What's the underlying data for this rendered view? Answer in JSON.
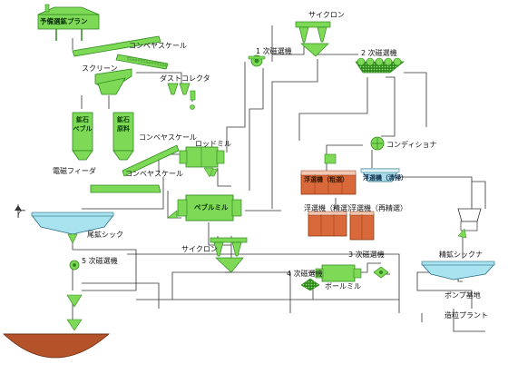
{
  "colors": {
    "equipment_green": "#7ed957",
    "equipment_green_dark": "#2f8a1e",
    "flotation_orange": "#d9693a",
    "flotation_dark": "#8a3a12",
    "flotation_light": "#a8dcea",
    "thickener_blue": "#a9e3ef",
    "tailings_brown": "#b4532a",
    "pipe_line": "#333333"
  },
  "labels": {
    "crushing_plant": "予備選鉱プラン",
    "conveyor_scale_1": "コンベヤスケール",
    "screen": "スクリーン",
    "dust_collector": "ダストコレクタ",
    "ore_pebble": "鉱石\nペブル",
    "ore_pebble_l1": "鉱石",
    "ore_pebble_l2": "ペブル",
    "ore_raw_l1": "鉱石",
    "ore_raw_l2": "原料",
    "conveyor_scale_2": "コンベヤスケール",
    "rod_mill": "ロッドミル",
    "electromagnetic_feeder": "電磁フィーダ",
    "conveyor_scale_3": "コンベヤスケール",
    "pebble_mill": "ペブルミル",
    "tailings_thickener": "尾鉱シック",
    "cyclone_top": "サイクロン",
    "mag_sep_1": "1 次磁選機",
    "mag_sep_2": "2 次磁選機",
    "conditioner": "コンディショナ",
    "flot_rough": "浮選機（粗選）",
    "flot_scav": "浮選機（清掃）",
    "flot_clean": "浮選機（精選）",
    "flot_recl": "浮選機（再精選）",
    "cyclone_mid": "サイクロン",
    "mag_sep_3": "3 次磁選機",
    "mag_sep_4": "4 次磁選機",
    "ball_mill": "ボールミル",
    "mag_sep_5": "5 次磁選機",
    "conc_thickener": "精鉱シックナ",
    "pump_station": "ポンプ基地",
    "pellet_plant": "造粒プラント"
  }
}
